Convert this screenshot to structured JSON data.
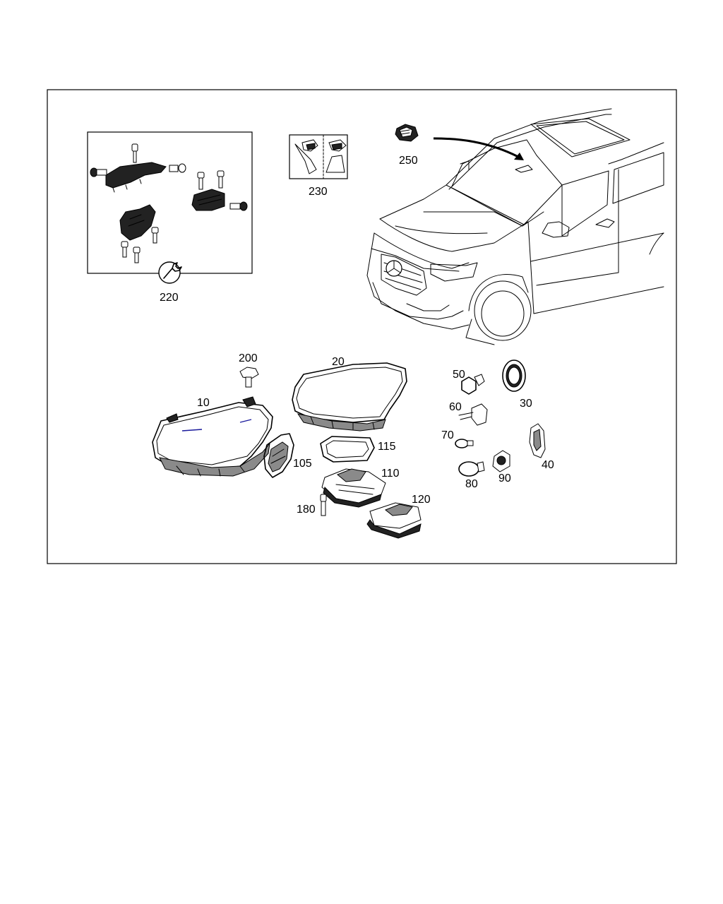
{
  "diagram": {
    "labels": {
      "p10": "10",
      "p20": "20",
      "p30": "30",
      "p40": "40",
      "p50": "50",
      "p60": "60",
      "p70": "70",
      "p80": "80",
      "p90": "90",
      "p105": "105",
      "p110": "110",
      "p115": "115",
      "p120": "120",
      "p180": "180",
      "p200": "200",
      "p220": "220",
      "p230": "230",
      "p250": "250"
    },
    "colors": {
      "line": "#000000",
      "accent": "#1a1a9c",
      "background": "#ffffff"
    },
    "icons": {
      "p220": "wrench-icon"
    }
  }
}
